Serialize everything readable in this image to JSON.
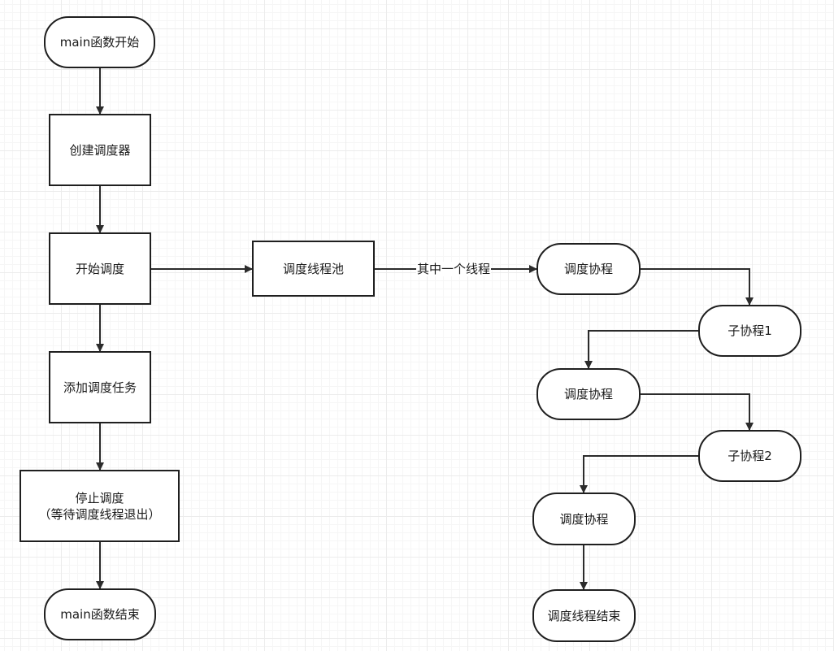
{
  "nodes": {
    "main_start": "main函数开始",
    "create_scheduler": "创建调度器",
    "start_scheduling": "开始调度",
    "add_task": "添加调度任务",
    "stop_line1": "停止调度",
    "stop_line2": "（等待调度线程退出）",
    "main_end": "main函数结束",
    "thread_pool": "调度线程池",
    "sched_coroutine_1": "调度协程",
    "sub_coroutine_1": "子协程1",
    "sched_coroutine_2": "调度协程",
    "sub_coroutine_2": "子协程2",
    "sched_coroutine_3": "调度协程",
    "thread_end": "调度线程结束"
  },
  "edge_labels": {
    "one_thread": "其中一个线程"
  }
}
